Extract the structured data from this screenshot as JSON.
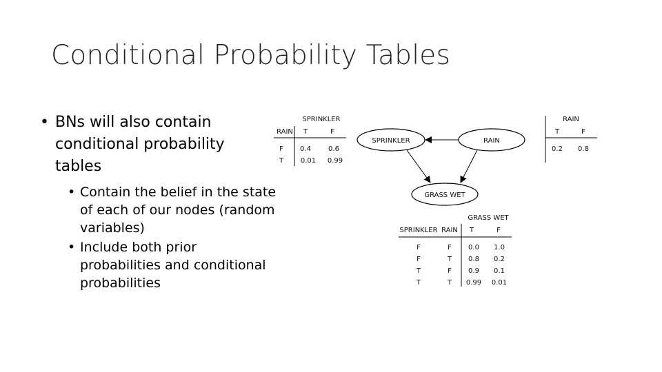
{
  "title": "Conditional Probability Tables",
  "bullets": [
    {
      "text": "BNs will also contain conditional probability tables",
      "sub": [
        "Contain the belief in the state of each of our nodes (random variables)",
        "Include both prior probabilities and conditional probabilities"
      ]
    }
  ],
  "nodes": {
    "sprinkler": "SPRINKLER",
    "rain": "RAIN",
    "grass": "GRASS WET"
  },
  "sprinkler_table": {
    "parent": "RAIN",
    "header": "SPRINKLER",
    "cols": [
      "T",
      "F"
    ],
    "rows": [
      [
        "F",
        "0.4",
        "0.6"
      ],
      [
        "T",
        "0.01",
        "0.99"
      ]
    ]
  },
  "rain_table": {
    "header": "RAIN",
    "cols": [
      "T",
      "F"
    ],
    "values": [
      "0.2",
      "0.8"
    ]
  },
  "grass_table": {
    "header": "GRASS WET",
    "parents": [
      "SPRINKLER",
      "RAIN"
    ],
    "cols": [
      "T",
      "F"
    ],
    "rows": [
      [
        "F",
        "F",
        "0.0",
        "1.0"
      ],
      [
        "F",
        "T",
        "0.8",
        "0.2"
      ],
      [
        "T",
        "F",
        "0.9",
        "0.1"
      ],
      [
        "T",
        "T",
        "0.99",
        "0.01"
      ]
    ]
  },
  "bullet_glyph": "•"
}
